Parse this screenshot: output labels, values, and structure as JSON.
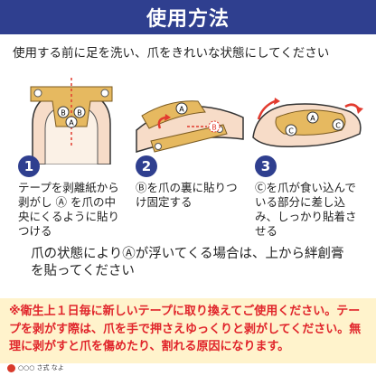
{
  "header": {
    "title": "使用方法"
  },
  "intro": "使用する前に足を洗い、爪をきれいな状態にしてください",
  "steps": [
    {
      "number": "1",
      "text": "テープを剥離紙から剥がし Ⓐ を爪の中央にくるように貼りつける"
    },
    {
      "number": "2",
      "text": "Ⓑを爪の裏に貼りつけ固定する"
    },
    {
      "number": "3",
      "text": "Ⓒを爪が食い込んでいる部分に差し込み、しっかり貼着させる"
    }
  ],
  "markers": {
    "a": "A",
    "b": "B",
    "c": "C"
  },
  "note": "爪の状態によりⒶが浮いてくる場合は、上から絆創膏を貼ってください",
  "warning": "※衛生上１日毎に新しいテープに取り換えてご使用ください。テープを剥がす際は、爪を手で押さえゆっくりと剥がしてください。無理に剥がすと爪を傷めたり、割れる原因になります。",
  "logo": {
    "text": "○○○ さ式 なよ"
  },
  "colors": {
    "header": "#2f3f8f",
    "tape": "#e6b960",
    "warning_bg": "#fff3cc",
    "warning_text": "#e0242a",
    "arrow": "#e23b2f"
  }
}
